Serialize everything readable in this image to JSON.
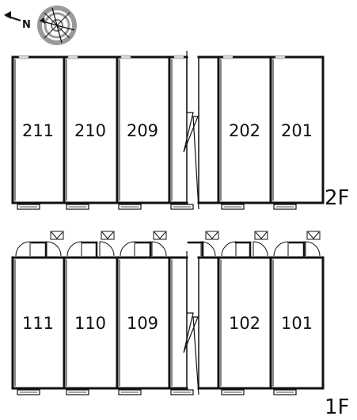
{
  "compass": {
    "north_label": "N",
    "icon": "compass-icon"
  },
  "floors": [
    {
      "id": "2F",
      "label": "2F",
      "units": [
        "211",
        "210",
        "209",
        "202",
        "201"
      ]
    },
    {
      "id": "1F",
      "label": "1F",
      "units": [
        "111",
        "110",
        "109",
        "102",
        "101"
      ]
    }
  ],
  "colors": {
    "line": "#111111",
    "door": "#d8d8d8",
    "compass_grey": "#9a9a9a"
  }
}
